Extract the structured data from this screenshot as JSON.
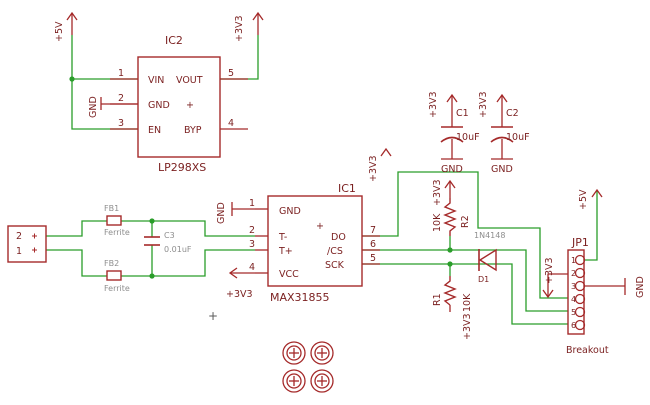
{
  "colors": {
    "component": "#a52a2a",
    "wire": "#2a9d2a",
    "symbol_text": "#7a1f1f",
    "ferrite_text": "#8e8e8e",
    "background": "#ffffff"
  },
  "nets": {
    "v5": "+5V",
    "v33": "+3V3",
    "gnd": "GND"
  },
  "ic2": {
    "name": "IC2",
    "value": "LP298XS",
    "pin1_num": "1",
    "pin1_name": "VIN",
    "pin2_num": "2",
    "pin2_name": "GND",
    "pin3_num": "3",
    "pin3_name": "EN",
    "pin4_num": "4",
    "pin4_name": "BYP",
    "pin5_num": "5",
    "pin5_name": "VOUT",
    "plus": "+"
  },
  "ic1": {
    "name": "IC1",
    "value": "MAX31855",
    "pin1_num": "1",
    "pin1_name": "GND",
    "pin2_num": "2",
    "pin2_name": "T-",
    "pin3_num": "3",
    "pin3_name": "T+",
    "pin4_num": "4",
    "pin4_name": "VCC",
    "pin5_num": "5",
    "pin5_name": "SCK",
    "pin6_num": "6",
    "pin6_name": "/CS",
    "pin7_num": "7",
    "pin7_name": "DO",
    "plus": "+"
  },
  "connector_left": {
    "pin2": "2",
    "pin1": "1"
  },
  "fb1": {
    "name": "FB1",
    "value": "Ferrite"
  },
  "fb2": {
    "name": "FB2",
    "value": "Ferrite"
  },
  "c3": {
    "name": "C3",
    "value": "0.01uF"
  },
  "c1": {
    "name": "C1",
    "value": "10uF"
  },
  "c2": {
    "name": "C2",
    "value": "10uF"
  },
  "r2": {
    "name": "R2",
    "value": "10K"
  },
  "r1": {
    "name": "R1",
    "value": "10K"
  },
  "d1": {
    "name": "D1",
    "value": "1N4148"
  },
  "jp1": {
    "name": "JP1",
    "value": "Breakout",
    "pins": [
      "1",
      "2",
      "3",
      "4",
      "5",
      "6"
    ]
  },
  "origin_cross": "+"
}
